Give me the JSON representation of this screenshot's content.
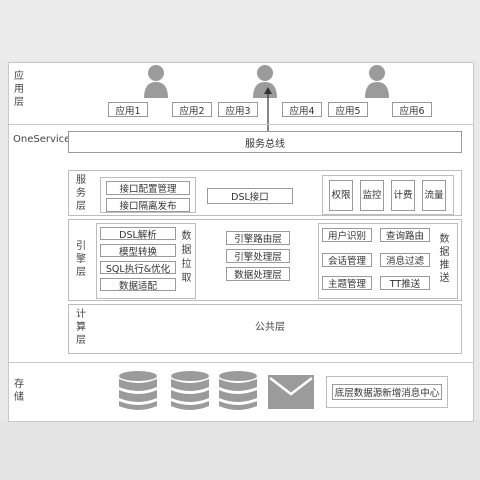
{
  "layers": {
    "application_label": "应用层",
    "oneservice_label": "OneService",
    "storage_label": "存储"
  },
  "apps": [
    "应用1",
    "应用2",
    "应用3",
    "应用4",
    "应用5",
    "应用6"
  ],
  "service_bus": "服务总线",
  "service_layer": {
    "label": "服务层",
    "left_boxes": [
      "接口配置管理",
      "接口隔离发布"
    ],
    "center_box": "DSL接口",
    "right_boxes": [
      "权限",
      "监控",
      "计费",
      "流量"
    ]
  },
  "engine_layer": {
    "label": "引擎层",
    "left_boxes": [
      "DSL解析",
      "模型转换",
      "SQL执行&优化",
      "数据适配"
    ],
    "left_side_label": "数据拉取",
    "center_boxes": [
      "引擎路由层",
      "引擎处理层",
      "数据处理层"
    ],
    "right_boxes": [
      "用户识别",
      "查询路由",
      "会话管理",
      "消息过滤",
      "主题管理",
      "TT推送"
    ],
    "right_side_label": "数据推送"
  },
  "compute_layer": {
    "label": "计算层",
    "content": "公共层"
  },
  "storage": {
    "message_center": "底层数据源新增消息中心"
  }
}
